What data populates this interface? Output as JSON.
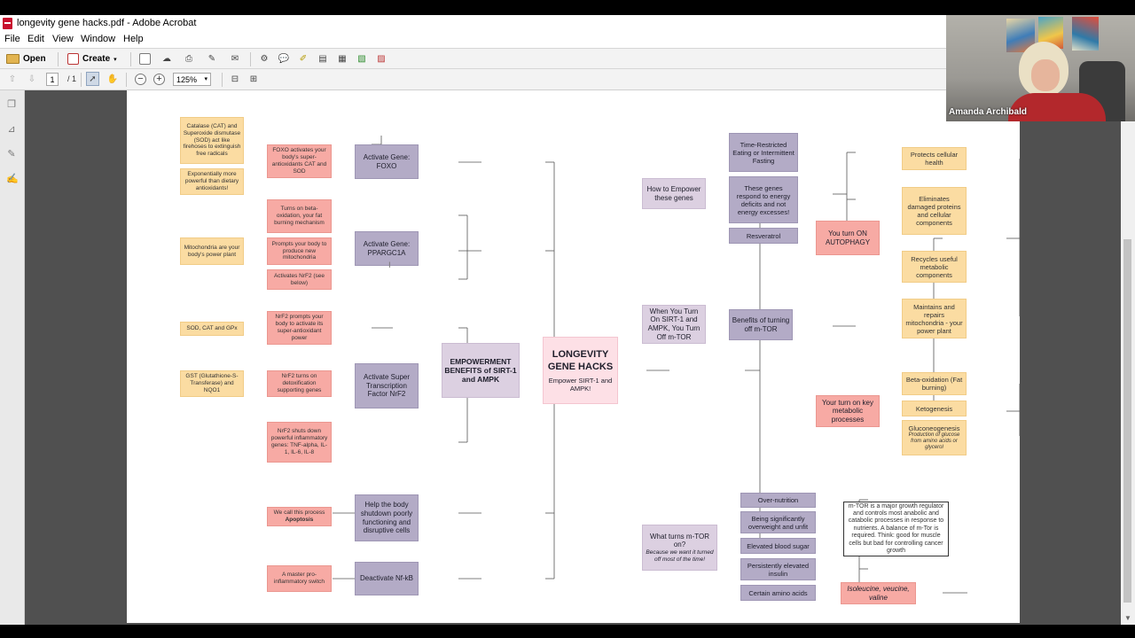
{
  "window": {
    "title": "longevity gene hacks.pdf - Adobe Acrobat"
  },
  "menu": [
    "File",
    "Edit",
    "View",
    "Window",
    "Help"
  ],
  "toolbar": {
    "open_label": "Open",
    "create_label": "Create"
  },
  "nav": {
    "page_current": "1",
    "page_total": "/ 1",
    "zoom": "125%"
  },
  "video": {
    "participant_name": "Amanda Archibald"
  },
  "map": {
    "center": {
      "title": "LONGEVITY GENE HACKS",
      "subtitle": "Empower SIRT-1 and AMPK!"
    },
    "empowerment": "EMPOWERMENT BENEFITS of SIRT-1 and AMPK",
    "left": {
      "foxo": "Activate Gene: FOXO",
      "foxo_detail": "FOXO activates your body's super-antioxidants CAT and SOD",
      "cat_sod": "Catalase (CAT) and Superoxide dismutase (SOD) act like firehoses to extinguish free radicals",
      "exponential": "Exponentially more powerful than dietary antioxidants!",
      "ppargc": "Activate Gene: PPARGC1A",
      "beta_ox": "Turns on beta-oxidation, your fat burning mechanism",
      "prompts_mito": "Prompts your body to produce new mitochondria",
      "activates_nrf2": "Activates NrF2 (see below)",
      "mito_power": "Mitochondria are your body's power plant",
      "nrf2": "Activate Super Transcription Factor NrF2",
      "nrf2_prompts": "NrF2 prompts your body to activate its super-antioxidant power",
      "sod_cat_gpx": "SOD, CAT and GPx",
      "nrf2_detox": "NrF2 turns on detoxification supporting genes",
      "gst": "GST (Glutathione-S-Transferase) and NQO1",
      "nrf2_shuts": "NrF2 shuts down powerful inflammatory genes: TNF-alpha, IL-1, IL-6, IL-8",
      "shutdown": "Help the body shutdown poorly functioning and disruptive cells",
      "apoptosis_pre": "We call this process",
      "apoptosis": "Apoptosis",
      "nfkb": "Deactivate Nf-kB",
      "master_switch": "A master pro-inflammatory switch"
    },
    "right": {
      "how_empower": "How to Empower these genes",
      "time_restricted": "Time-Restricted Eating or Intermittent Fasting",
      "genes_respond": "These genes respond to energy deficits and not energy excesses!",
      "resveratrol": "Resveratrol",
      "when_turn_on": "When You Turn On SIRT-1 and AMPK, You Turn Off m-TOR",
      "benefits_off": "Benefits of turning off m-TOR",
      "autophagy": "You turn ON AUTOPHAGY",
      "protects": "Protects cellular health",
      "eliminates": "Eliminates damaged proteins and cellular components",
      "recycles": "Recycles useful metabolic components",
      "maintains": "Maintains and repairs mitochondria - your power plant",
      "key_metabolic": "Your turn on key metabolic processes",
      "beta_fat": "Beta-oxidation (Fat burning)",
      "ketogenesis": "Ketogenesis",
      "gluconeo": "Gluconeogenesis",
      "gluconeo_note": "Production of glucose from amino acids or glycerol",
      "what_turns": "What turns m-TOR on?",
      "what_turns_note": "Because we want it turned off most of the time!",
      "over_nutrition": "Over-nutrition",
      "overweight": "Being significantly overweight and unfit",
      "blood_sugar": "Elevated blood sugar",
      "insulin": "Persistently elevated insulin",
      "amino": "Certain amino acids",
      "amino_list": "Isoleucine, veucine, valine",
      "mtor_note": "m-TOR is a major growth regulator and controls most anabolic and catabolic processes in response to nutrients. A balance of m-Tor is required. Think: good for muscle cells but bad for controlling cancer growth"
    }
  }
}
